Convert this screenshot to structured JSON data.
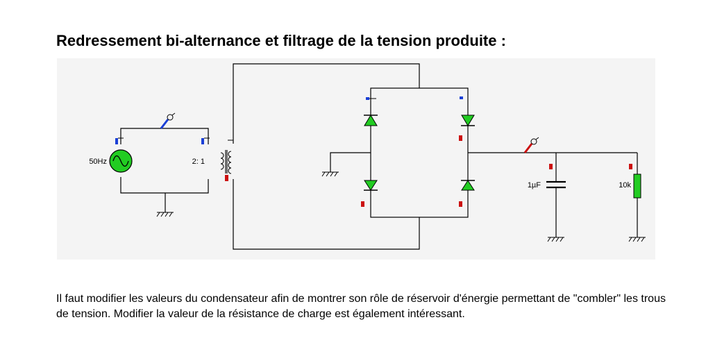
{
  "title": "Redressement bi-alternance et filtrage de la tension produite :",
  "circuit": {
    "source_label": "50Hz",
    "transformer_label": "2: 1",
    "capacitor_label": "1µF",
    "resistor_label": "10k",
    "colors": {
      "wire": "#000000",
      "background": "#f4f4f4",
      "source_fill": "#22cc22",
      "diode_fill": "#22cc22",
      "resistor_fill": "#22cc22",
      "terminal_blue": "#1a3fd6",
      "terminal_red": "#cc1010"
    }
  },
  "paragraph": "Il faut modifier les valeurs du condensateur afin de montrer son rôle de réservoir d'énergie permettant de \"combler\" les trous de tension. Modifier la valeur de la résistance de charge est également intéressant."
}
